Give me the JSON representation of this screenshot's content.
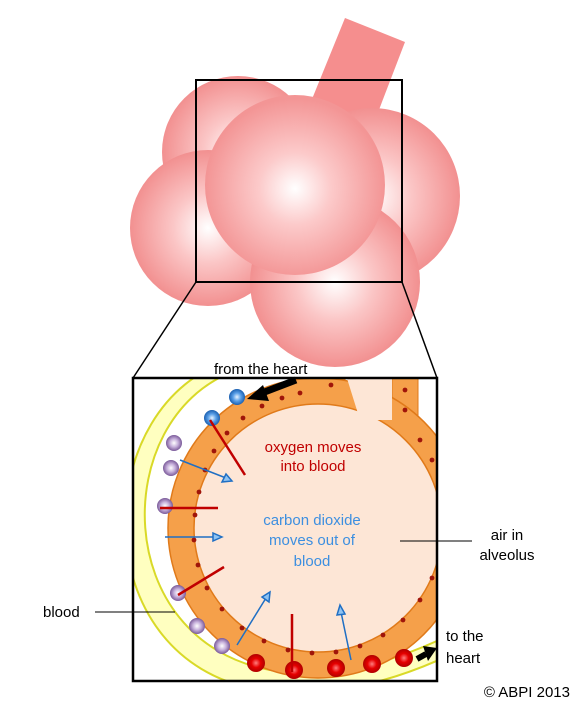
{
  "labels": {
    "from_heart": "from the heart",
    "oxygen_line1": "oxygen moves",
    "oxygen_line2": "into blood",
    "co2_line1": "carbon dioxide",
    "co2_line2": "moves out of",
    "co2_line3": "blood",
    "air_line1": "air in",
    "air_line2": "alveolus",
    "blood": "blood",
    "to_heart_line1": "to the",
    "to_heart_line2": "heart",
    "copyright": "© ABPI 2013"
  },
  "colors": {
    "alveolus_pink": "#f28f8f",
    "alveolus_light": "#fde2e2",
    "wall_orange": "#f5a04a",
    "air_fill": "#fde6d6",
    "capillary_yellow": "#ffffc0",
    "capillary_edge": "#d9d928",
    "oxygen_red": "#c00000",
    "co2_blue": "#3d8fe0",
    "red_cell": "#e00000",
    "deoxy_cell": "#b89ad0"
  }
}
